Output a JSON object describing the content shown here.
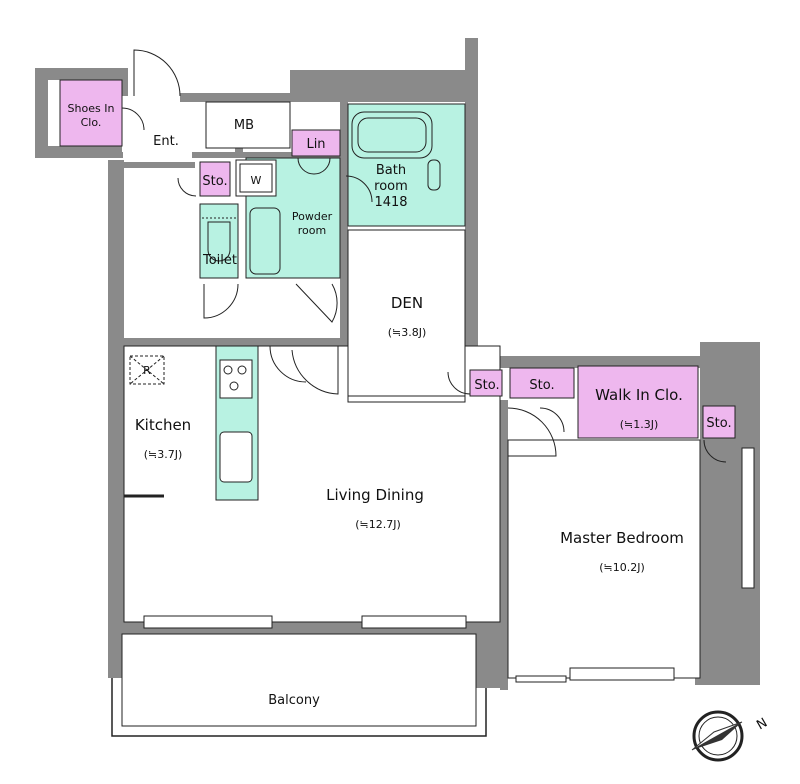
{
  "colors": {
    "wall": "#8a8a8a",
    "wet_area": "#b8f2e2",
    "storage": "#eeb7ee",
    "floor": "#ffffff",
    "line": "#222222"
  },
  "rooms": {
    "shoes_closet": {
      "line1": "Shoes In",
      "line2": "Clo."
    },
    "entrance": {
      "name": "Ent."
    },
    "meter_box": {
      "name": "MB"
    },
    "linen": {
      "name": "Lin"
    },
    "bath": {
      "line1": "Bath",
      "line2": "room",
      "line3": "1418"
    },
    "storage_hall": {
      "name": "Sto."
    },
    "washer": {
      "name": "W"
    },
    "powder": {
      "line1": "Powder",
      "line2": "room"
    },
    "toilet": {
      "name": "Toilet"
    },
    "den": {
      "name": "DEN",
      "size": "(≒3.8J)"
    },
    "storage_den": {
      "name": "Sto."
    },
    "storage_bed": {
      "name": "Sto."
    },
    "walk_in_closet": {
      "name": "Walk In Clo.",
      "size": "(≒1.3J)"
    },
    "storage_small": {
      "name": "Sto."
    },
    "kitchen": {
      "name": "Kitchen",
      "size": "(≒3.7J)"
    },
    "fridge": {
      "name": "R"
    },
    "living_dining": {
      "name": "Living Dining",
      "size": "(≒12.7J)"
    },
    "master_bedroom": {
      "name": "Master Bedroom",
      "size": "(≒10.2J)"
    },
    "balcony": {
      "name": "Balcony"
    }
  },
  "compass": {
    "north_label": "N"
  }
}
